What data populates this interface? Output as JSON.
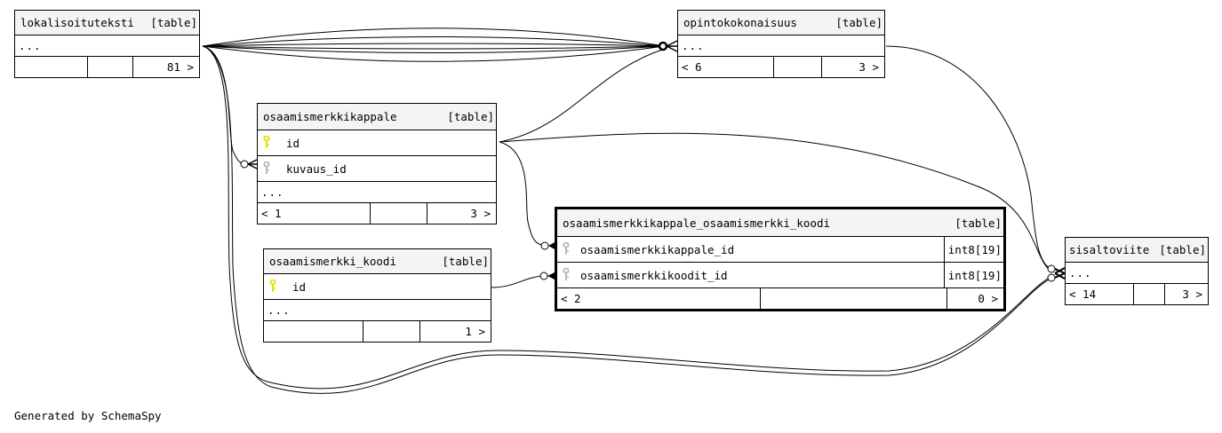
{
  "tables": {
    "lokalisoituteksti": {
      "name": "lokalisoituteksti",
      "kind": "[table]",
      "ellipsis": "...",
      "footer": {
        "parents": "",
        "columns": "",
        "children": "81 >"
      }
    },
    "opintokokonaisuus": {
      "name": "opintokokonaisuus",
      "kind": "[table]",
      "ellipsis": "...",
      "footer": {
        "parents": "< 6",
        "columns": "",
        "children": "3 >"
      }
    },
    "osaamismerkkikappale": {
      "name": "osaamismerkkikappale",
      "kind": "[table]",
      "columns": [
        {
          "name": "id",
          "key": "primary-key"
        },
        {
          "name": "kuvaus_id",
          "key": "foreign-key"
        }
      ],
      "ellipsis": "...",
      "footer": {
        "parents": "< 1",
        "columns": "",
        "children": "3 >"
      }
    },
    "osaamismerkki_koodi": {
      "name": "osaamismerkki_koodi",
      "kind": "[table]",
      "columns": [
        {
          "name": "id",
          "key": "primary-key"
        }
      ],
      "ellipsis": "...",
      "footer": {
        "parents": "",
        "columns": "",
        "children": "1 >"
      }
    },
    "join": {
      "name": "osaamismerkkikappale_osaamismerkki_koodi",
      "kind": "[table]",
      "columns": [
        {
          "name": "osaamismerkkikappale_id",
          "type": "int8[19]",
          "key": "foreign-key"
        },
        {
          "name": "osaamismerkkikoodit_id",
          "type": "int8[19]",
          "key": "foreign-key"
        }
      ],
      "footer": {
        "parents": "< 2",
        "columns": "",
        "children": "0 >"
      }
    },
    "sisaltoviite": {
      "name": "sisaltoviite",
      "kind": "[table]",
      "ellipsis": "...",
      "footer": {
        "parents": "< 14",
        "columns": "",
        "children": "3 >"
      }
    }
  },
  "colors": {
    "primary_key": "#e3e300",
    "foreign_key": "#b8b8b8",
    "header_bg": "#f4f4f4"
  },
  "footer_text": "Generated by SchemaSpy"
}
